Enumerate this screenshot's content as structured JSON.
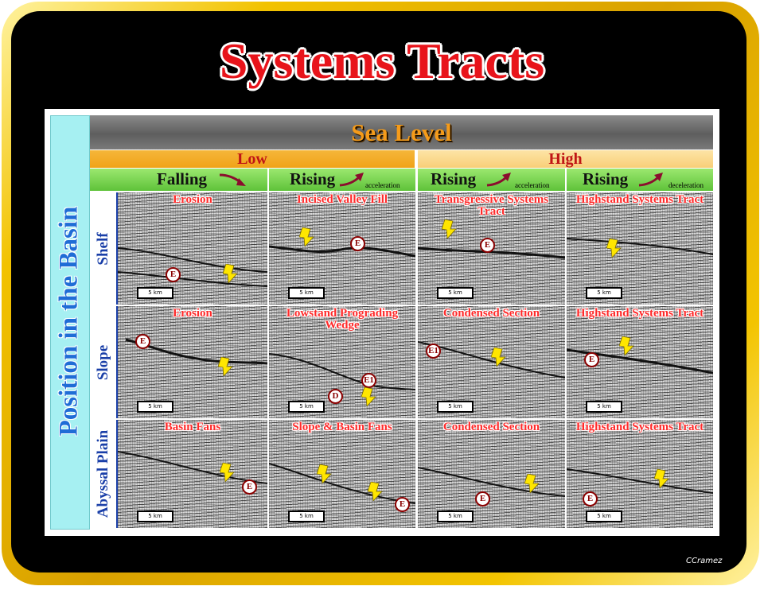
{
  "title": "Systems Tracts",
  "sea_level": "Sea Level",
  "position_label": "Position in the Basin",
  "levels": {
    "low": "Low",
    "high": "High"
  },
  "phases": [
    {
      "label": "Falling",
      "sub": ""
    },
    {
      "label": "Rising",
      "sub": "acceleration"
    },
    {
      "label": "Rising",
      "sub": "acceleration"
    },
    {
      "label": "Rising",
      "sub": "deceleration"
    }
  ],
  "rows": [
    {
      "label": "Shelf",
      "cells": [
        {
          "title": "Erosion",
          "markers": [
            "E"
          ]
        },
        {
          "title": "Incised Valley Fill",
          "markers": [
            "E"
          ]
        },
        {
          "title": "Transgressive Systems Tract",
          "markers": [
            "E"
          ]
        },
        {
          "title": "Highstand Systems Tract",
          "markers": []
        }
      ]
    },
    {
      "label": "Slope",
      "cells": [
        {
          "title": "Erosion",
          "markers": [
            "E"
          ]
        },
        {
          "title": "Lowstand Prograding Wedge",
          "markers": [
            "E1",
            "D"
          ]
        },
        {
          "title": "Condensed Section",
          "markers": [
            "E1"
          ]
        },
        {
          "title": "Highstand Systems Tract",
          "markers": [
            "E"
          ]
        }
      ]
    },
    {
      "label": "Abyssal Plain",
      "cells": [
        {
          "title": "Basin Fans",
          "markers": [
            "E"
          ]
        },
        {
          "title": "Slope & Basin Fans",
          "markers": [
            "E"
          ]
        },
        {
          "title": "Condensed Section",
          "markers": [
            "E"
          ]
        },
        {
          "title": "Highstand Systems Tract",
          "markers": [
            "E"
          ]
        }
      ]
    }
  ],
  "scale_label": "5 km",
  "credit": "CCramez",
  "colors": {
    "title": "#e8141b",
    "frame": "#f2c200",
    "sea_level_text": "#f59b1a",
    "low": "#f0a318",
    "high": "#f8cf78",
    "phase": "#5fc23a",
    "row_label": "#1a3fa8",
    "arrow": "#ffe600",
    "cell_title": "#ff2a2a"
  }
}
